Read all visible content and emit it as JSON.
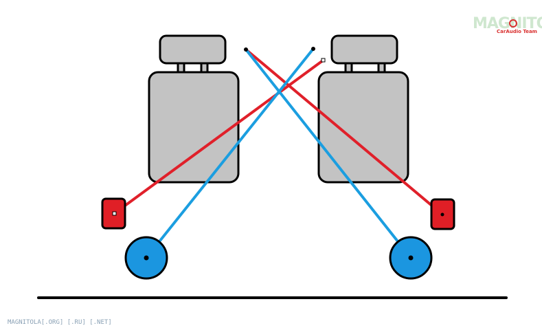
{
  "logo": {
    "brand": "MAGNITOLA",
    "tagline": "CarAudio Team",
    "color": "#cfe7cf",
    "accent": "#d9302f"
  },
  "footer": {
    "text": "MAGNITOLA[.ORG] [.RU] [.NET]",
    "color": "#8aa1b5"
  },
  "colors": {
    "seat_fill": "#c3c3c3",
    "outline": "#000000",
    "red_line": "#e0202a",
    "blue_line": "#1b9ee0",
    "tweeter_fill": "#e01f26",
    "woofer_fill": "#1b96e0"
  },
  "items": {
    "seats": [
      "seat-left",
      "seat-right"
    ],
    "tweeters": [
      "tweeter-left",
      "tweeter-right"
    ],
    "woofers": [
      "woofer-left",
      "woofer-right"
    ]
  }
}
